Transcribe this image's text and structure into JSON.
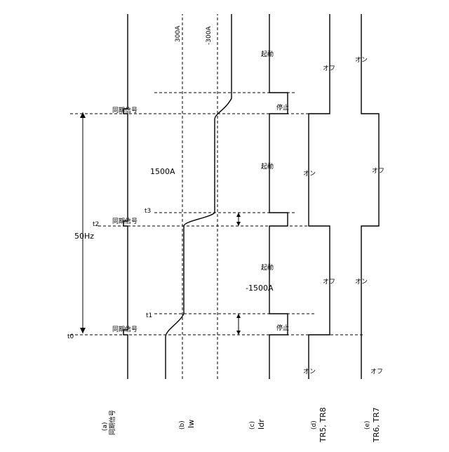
{
  "rows": {
    "a": {
      "tag": "(a)",
      "name": "同期信号"
    },
    "b": {
      "tag": "(b)",
      "name": "Iw"
    },
    "c": {
      "tag": "(c)",
      "name": "Idr"
    },
    "d": {
      "tag": "(d)",
      "name": "TR5, TR8"
    },
    "e": {
      "tag": "(e)",
      "name": "TR6, TR7"
    }
  },
  "sync_labels": [
    "同期信号",
    "同期信号",
    "同期信号"
  ],
  "times": {
    "t0": "t0",
    "t1": "t1",
    "t2": "t2",
    "t3": "t3"
  },
  "frequency": "50Hz",
  "iw": {
    "pos_level": "1500A",
    "neg_level": "-1500A",
    "ref_pos": "300A",
    "ref_neg": "-300A"
  },
  "idr_states": {
    "stop_1": "停止",
    "start_1": "起動",
    "stop_2": "停止",
    "start_2": "起動",
    "start_3": "起動"
  },
  "tr58_states": [
    "オン",
    "オフ",
    "オン",
    "オフ"
  ],
  "tr67_states": [
    "オフ",
    "オン",
    "オフ",
    "オン"
  ]
}
